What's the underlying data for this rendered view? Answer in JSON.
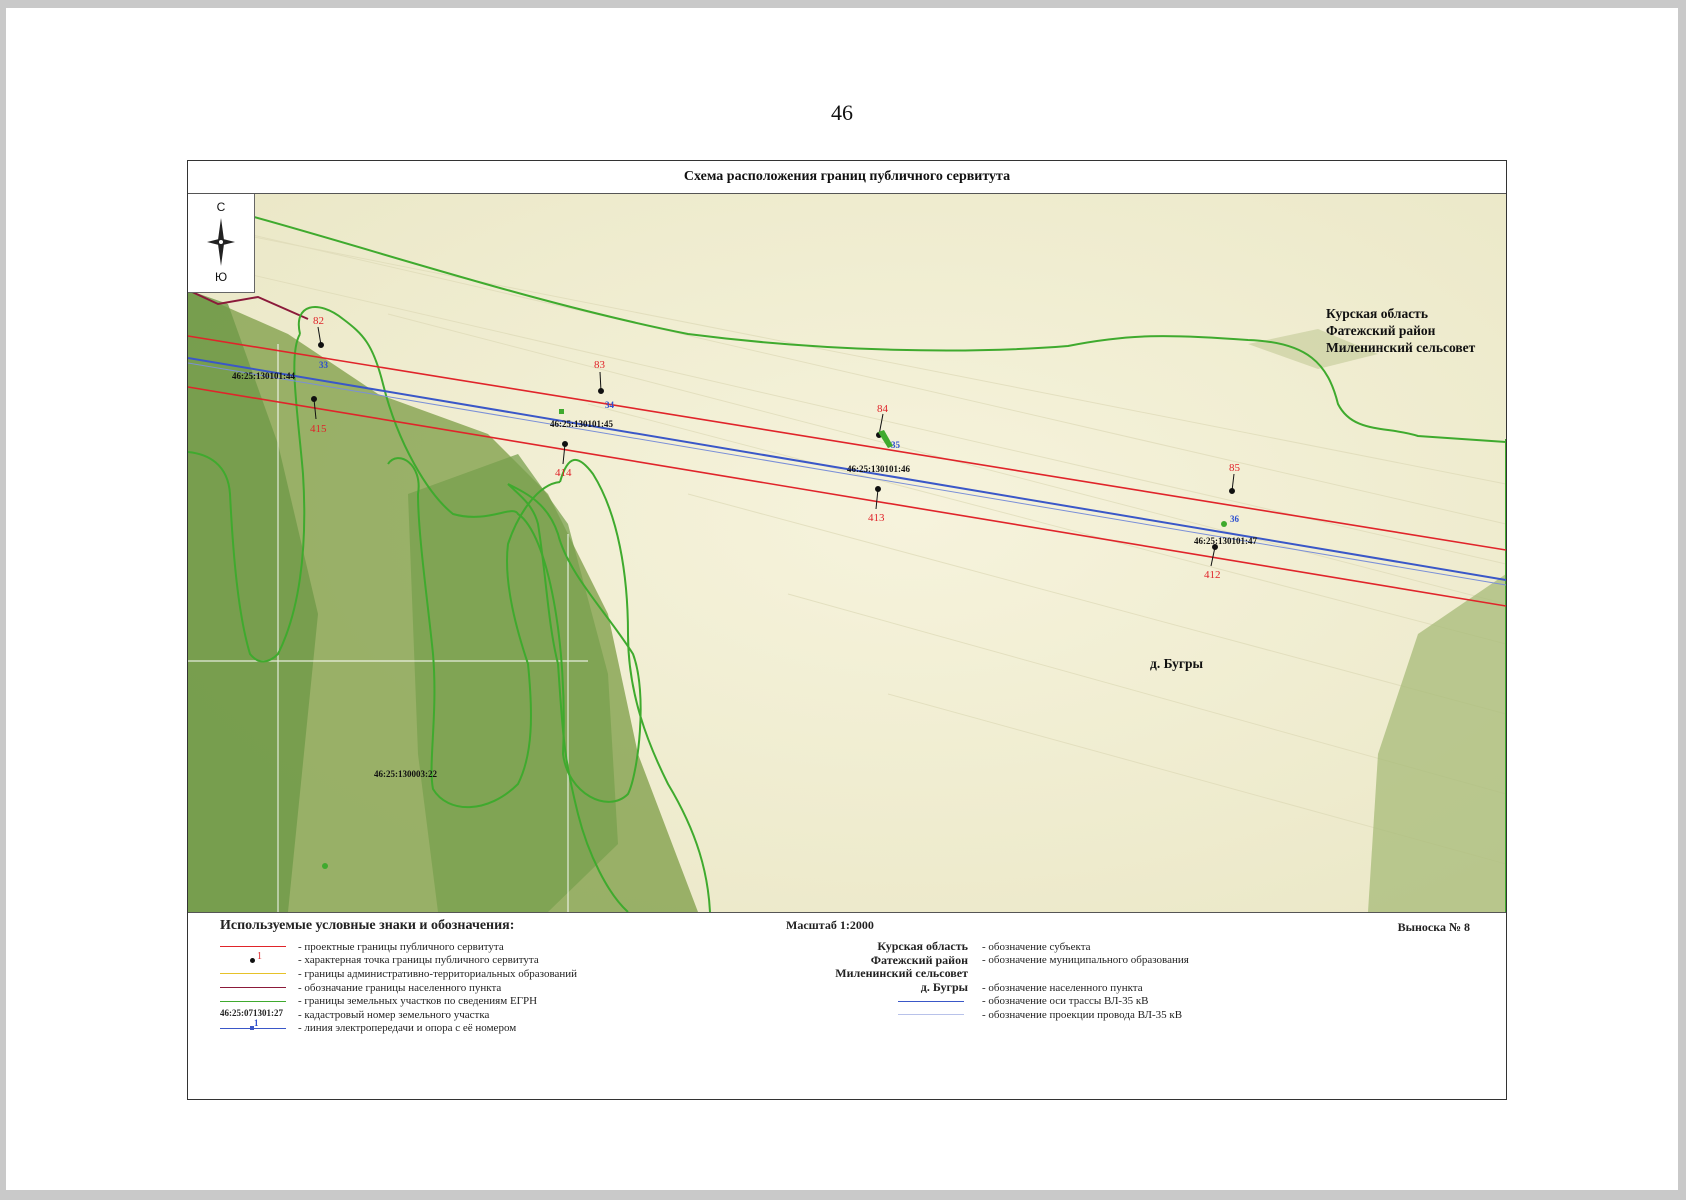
{
  "page_number": "46",
  "title": "Схема расположения границ публичного сервитута",
  "compass": {
    "north": "С",
    "south": "Ю",
    "icon": "compass-rose-icon"
  },
  "region_label": {
    "line1": "Курская область",
    "line2": "Фатежский район",
    "line3": "Миленинский сельсовет"
  },
  "settlement_label": "д. Бугры",
  "parcels": {
    "p44": "46:25:130101:44",
    "p45": "46:25:130101:45",
    "p46": "46:25:130101:46",
    "p47": "46:25:130101:47",
    "p22": "46:25:130003:22"
  },
  "boundary_points": {
    "p82": "82",
    "p83": "83",
    "p84": "84",
    "p85": "85",
    "p412": "412",
    "p413": "413",
    "p414": "414",
    "p415": "415"
  },
  "towers": {
    "t33": "33",
    "t34": "34",
    "t35": "35",
    "t36": "36"
  },
  "colors": {
    "servitude_boundary": "#e0242a",
    "characteristic_point": "#111111",
    "admin_boundary": "#e6c229",
    "settlement_boundary": "#8b1a3a",
    "parcel_boundary": "#3faa2e",
    "power_line": "#3a57c8"
  },
  "legend": {
    "title": "Используемые условные знаки и обозначения:",
    "items": [
      {
        "desc": "- проектные границы публичного сервитута"
      },
      {
        "sym_text": "1",
        "desc": "- характерная точка границы публичного сервитута"
      },
      {
        "desc": "- границы административно-территориальных образований"
      },
      {
        "desc": "- обозначание границы населенного пункта"
      },
      {
        "desc": "- границы земельных участков по сведениям ЕГРН"
      },
      {
        "sym_text": "46:25:071301:27",
        "desc": "- кадастровый номер земельного участка"
      },
      {
        "sym_text": "1",
        "desc": "- линия электропередачи и опора с её номером"
      }
    ],
    "scale": "Масштаб 1:2000",
    "callout": "Выноска № 8",
    "right": [
      {
        "key": "Курская область",
        "desc": "- обозначение субъекта"
      },
      {
        "key": "Фатежский район",
        "desc": "- обозначение муниципального образования"
      },
      {
        "key": "Миленинский сельсовет",
        "desc": ""
      },
      {
        "key": "д. Бугры",
        "desc": "- обозначение населенного пункта"
      },
      {
        "key": "",
        "desc": "- обозначение оси трассы ВЛ-35 кВ"
      },
      {
        "key": "",
        "desc": "- обозначение проекции провода ВЛ-35 кВ"
      }
    ]
  }
}
